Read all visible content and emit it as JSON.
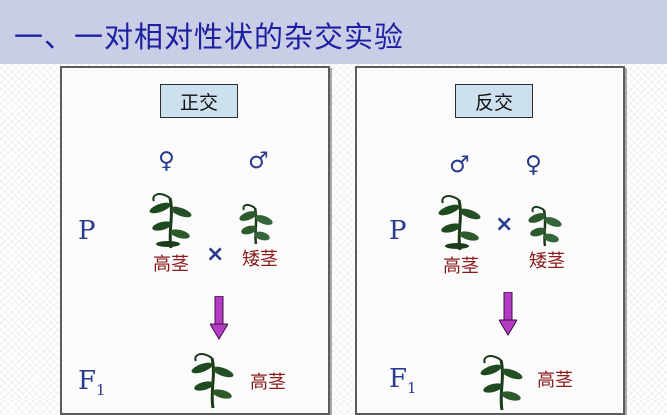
{
  "title": "一、一对相对性状的杂交实验",
  "panels": [
    {
      "label": "正交",
      "left_sex": "♀",
      "right_sex": "♂",
      "p_label": "P",
      "cross": "×",
      "tall": "高茎",
      "short": "矮茎",
      "f1_gen": "F",
      "f1_sub": "1",
      "f1_label": "高茎"
    },
    {
      "label": "反交",
      "left_sex": "♂",
      "right_sex": "♀",
      "p_label": "P",
      "cross": "×",
      "tall": "高茎",
      "short": "矮茎",
      "f1_gen": "F",
      "f1_sub": "1",
      "f1_label": "高茎"
    }
  ],
  "colors": {
    "title_band": "#c9cde6",
    "title_text": "#1c1fa0",
    "label_box": "#cde0ee",
    "plant_label": "#8b1a1a",
    "symbols": "#2b3a8c",
    "arrow": "#b43cc4"
  }
}
